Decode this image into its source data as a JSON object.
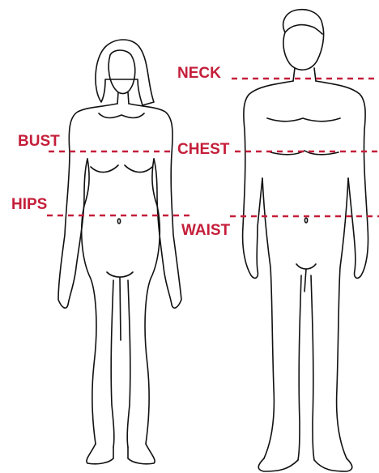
{
  "diagram": {
    "accent_color": "#c41e3a",
    "outline_color": "#111111",
    "figures": [
      "woman-silhouette",
      "man-silhouette"
    ],
    "labels": {
      "bust": "BUST",
      "hips": "HIPS",
      "neck": "NECK",
      "chest": "CHEST",
      "waist": "WAIST"
    }
  }
}
